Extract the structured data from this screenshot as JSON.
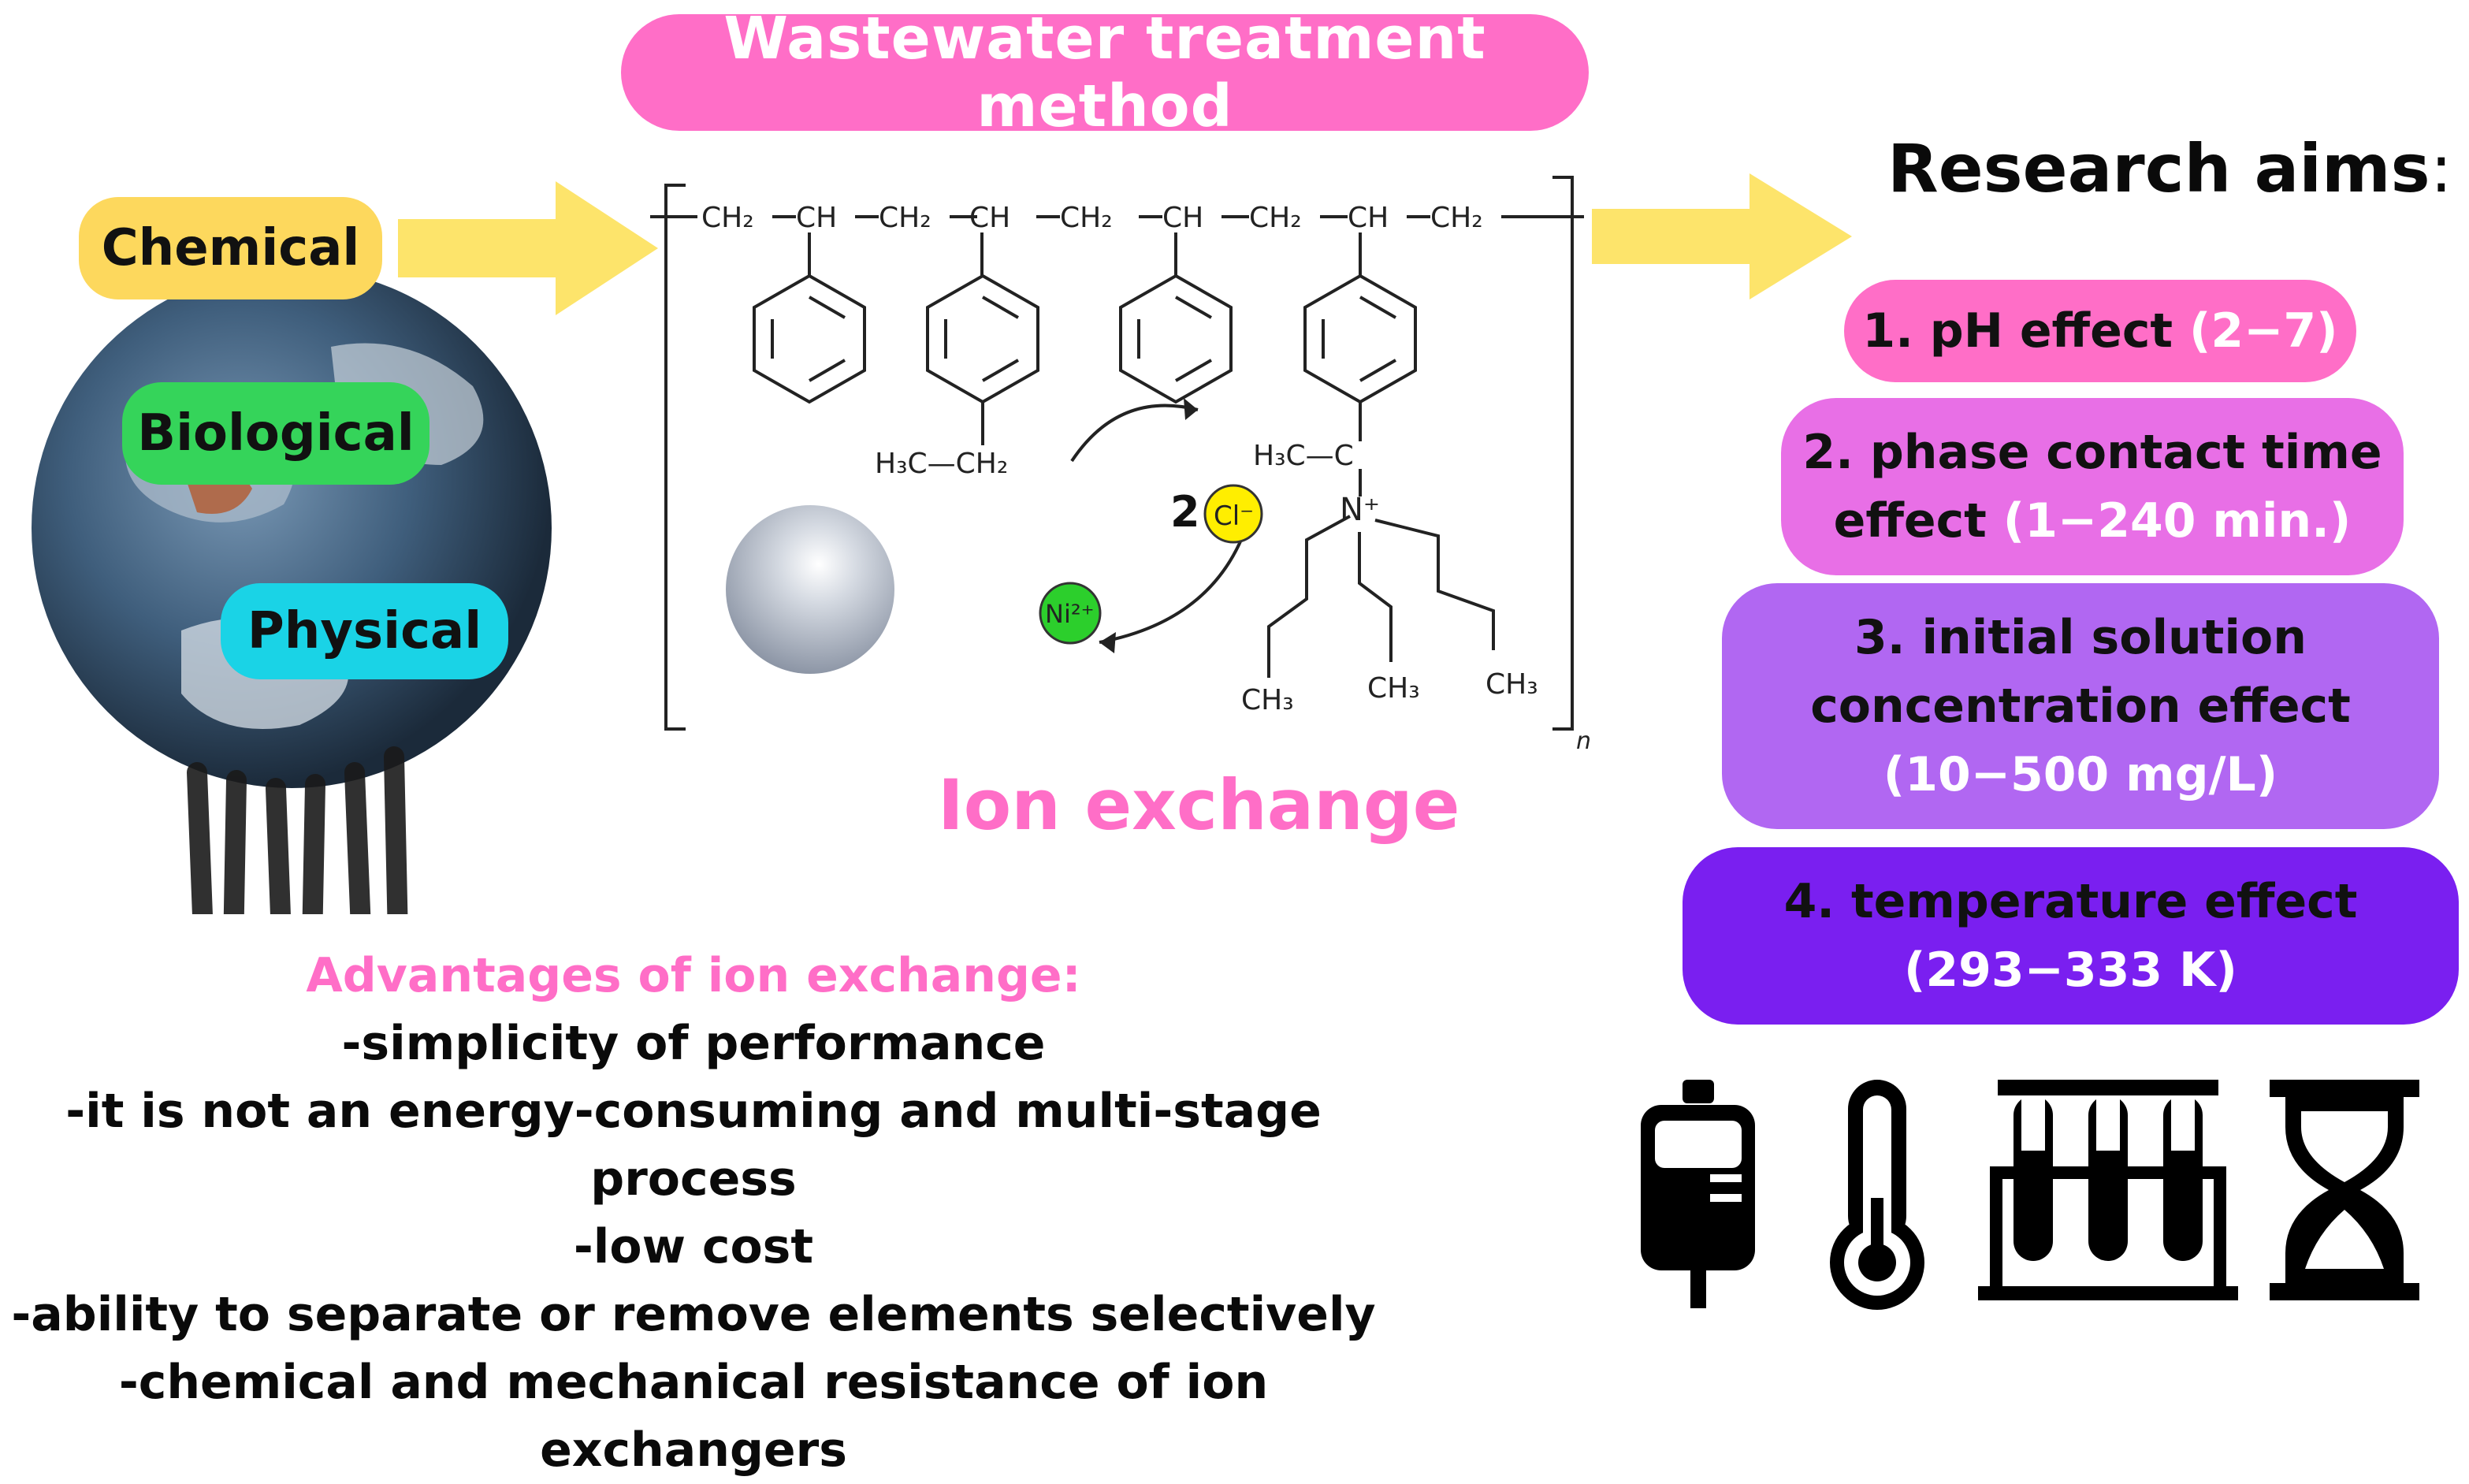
{
  "header": {
    "title": "Wastewater treatment method"
  },
  "methods": {
    "chemical": "Chemical",
    "biological": "Biological",
    "physical": "Physical"
  },
  "structure": {
    "groups": {
      "ch2_1": "CH₂",
      "ch_1": "CH",
      "ch2_2": "CH₂",
      "ch_2": "CH",
      "ch2_3": "CH₂",
      "ch_3": "CH",
      "ch2_4": "CH₂",
      "ch_4": "CH",
      "ch2_5": "CH₂",
      "ethyl": "H₃C—CH₂",
      "h3c_c": "H₃C—C",
      "n_plus": "N⁺",
      "ch3_a": "CH₃",
      "ch3_b": "CH₃",
      "ch3_c": "CH₃",
      "subscript_n": "n"
    },
    "ions": {
      "coefficient": "2",
      "chloride": "Cl⁻",
      "nickel": "Ni²⁺"
    }
  },
  "ion_exchange_label": "Ion exchange",
  "aims": {
    "title": "Research aims",
    "title_suffix": ":",
    "items": [
      {
        "text": "1. pH effect ",
        "range": "(2−7)",
        "color": "#ff6ec7"
      },
      {
        "text_line1": "2. phase contact time",
        "text_line2": "effect ",
        "range": "(1−240 min.)",
        "color": "#e86fe6"
      },
      {
        "text_line1": "3. initial solution",
        "text_line2": "concentration effect",
        "range": "(10−500 mg/L)",
        "color": "#b167f2"
      },
      {
        "text_line1": "4. temperature effect",
        "range": "(293−333 K)",
        "color": "#7a1ff0"
      }
    ]
  },
  "advantages": {
    "heading": "Advantages of ion exchange:",
    "items": [
      "-simplicity of performance",
      "-it is not an energy-consuming and multi-stage process",
      "-low cost",
      "-ability to separate or remove  elements selectively",
      "-chemical and mechanical resistance  of ion exchangers"
    ]
  },
  "icons": [
    "iv-bag-icon",
    "thermometer-icon",
    "test-tubes-icon",
    "hourglass-icon"
  ],
  "colors": {
    "pink": "#ff6ec7",
    "yellow": "#fdd85d",
    "arrow_yellow": "#fde46b",
    "green": "#35d45a",
    "cyan": "#1ad3e6"
  }
}
